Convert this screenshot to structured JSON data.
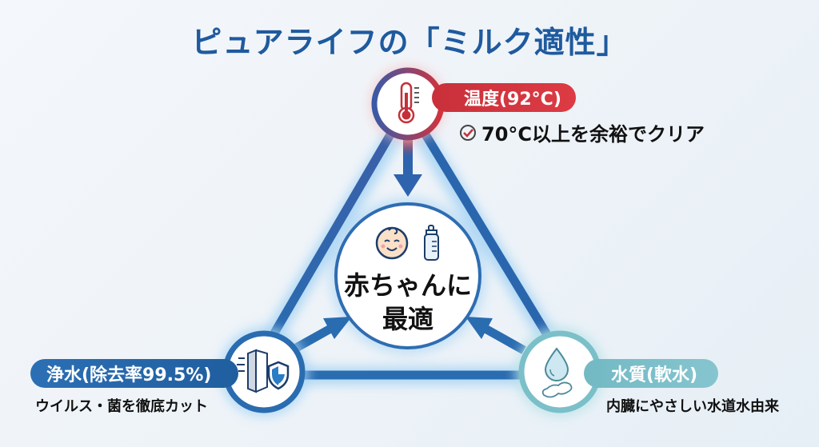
{
  "title": "ピュアライフの「ミルク適性」",
  "center": {
    "line1": "赤ちゃんに",
    "line2": "最適",
    "icons": [
      "baby-face-icon",
      "baby-bottle-icon"
    ]
  },
  "nodes": {
    "temperature": {
      "label": "温度(92°C)",
      "detail": "70°C以上を余裕でクリア",
      "icon": "thermometer-icon",
      "check_icon": "check-circle-icon",
      "color": "#d3323c"
    },
    "purification": {
      "label": "浄水(除去率99.5%)",
      "detail": "ウイルス・菌を徹底カット",
      "icon": "filter-shield-icon",
      "color": "#2a6cb0"
    },
    "water_quality": {
      "label": "水質(軟水)",
      "detail": "内臓にやさしい水道水由来",
      "icon": "water-drop-baby-icon",
      "color": "#7bbfc9"
    }
  },
  "colors": {
    "title": "#1f5a9e",
    "triangle": "#2a6cb0",
    "glow": "#a9d6f5"
  }
}
